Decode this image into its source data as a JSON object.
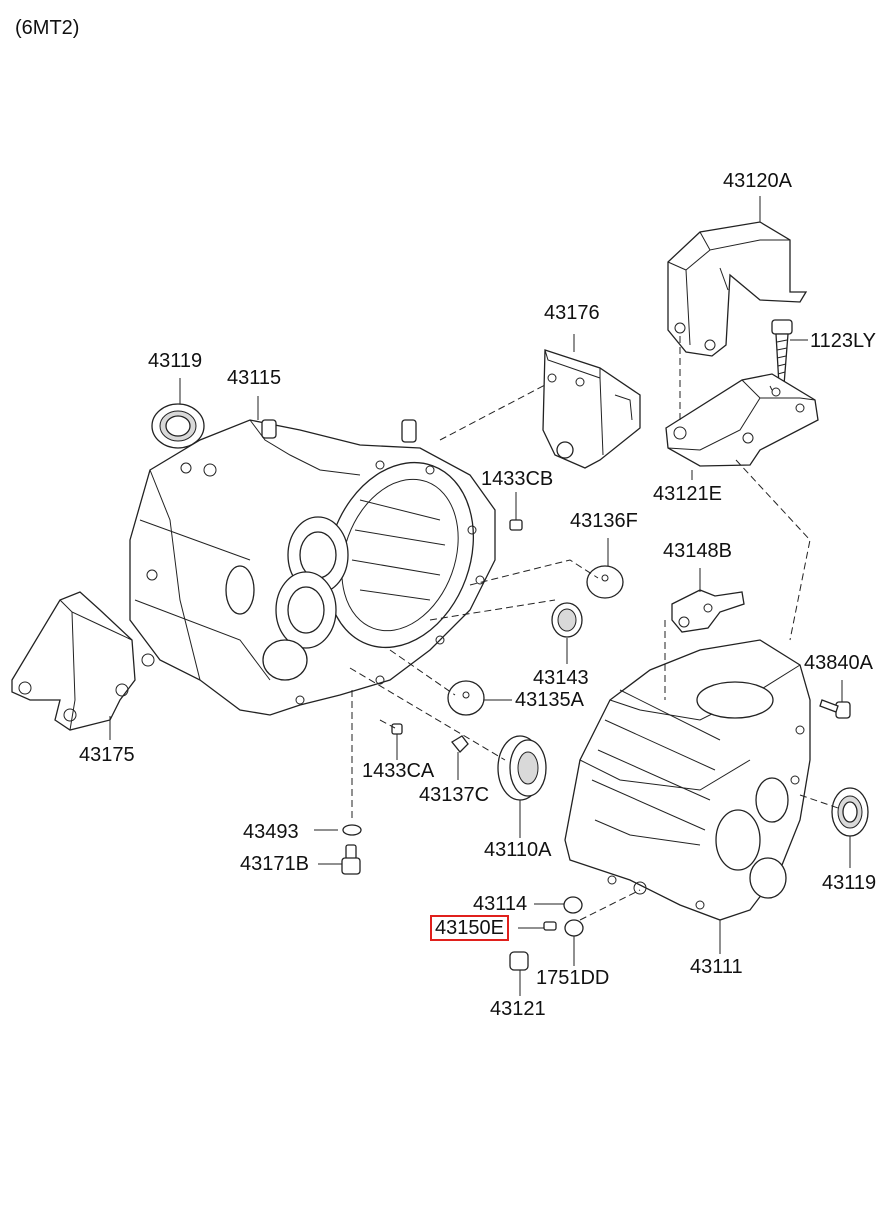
{
  "diagram": {
    "variant": "(6MT2)",
    "highlight_color": "#e0201c",
    "parts": [
      {
        "id": "43120A",
        "label": "43120A"
      },
      {
        "id": "1123LY",
        "label": "1123LY"
      },
      {
        "id": "43176",
        "label": "43176"
      },
      {
        "id": "43119a",
        "label": "43119"
      },
      {
        "id": "43115",
        "label": "43115"
      },
      {
        "id": "43121E",
        "label": "43121E"
      },
      {
        "id": "1433CB",
        "label": "1433CB"
      },
      {
        "id": "43136F",
        "label": "43136F"
      },
      {
        "id": "43148B",
        "label": "43148B"
      },
      {
        "id": "43143",
        "label": "43143"
      },
      {
        "id": "43840A",
        "label": "43840A"
      },
      {
        "id": "43135A",
        "label": "43135A"
      },
      {
        "id": "43175",
        "label": "43175"
      },
      {
        "id": "1433CA",
        "label": "1433CA"
      },
      {
        "id": "43137C",
        "label": "43137C"
      },
      {
        "id": "43493",
        "label": "43493"
      },
      {
        "id": "43110A",
        "label": "43110A"
      },
      {
        "id": "43119b",
        "label": "43119"
      },
      {
        "id": "43171B",
        "label": "43171B"
      },
      {
        "id": "43114",
        "label": "43114"
      },
      {
        "id": "43150E",
        "label": "43150E",
        "highlighted": true
      },
      {
        "id": "1751DD",
        "label": "1751DD"
      },
      {
        "id": "43111",
        "label": "43111"
      },
      {
        "id": "43121",
        "label": "43121"
      }
    ]
  }
}
